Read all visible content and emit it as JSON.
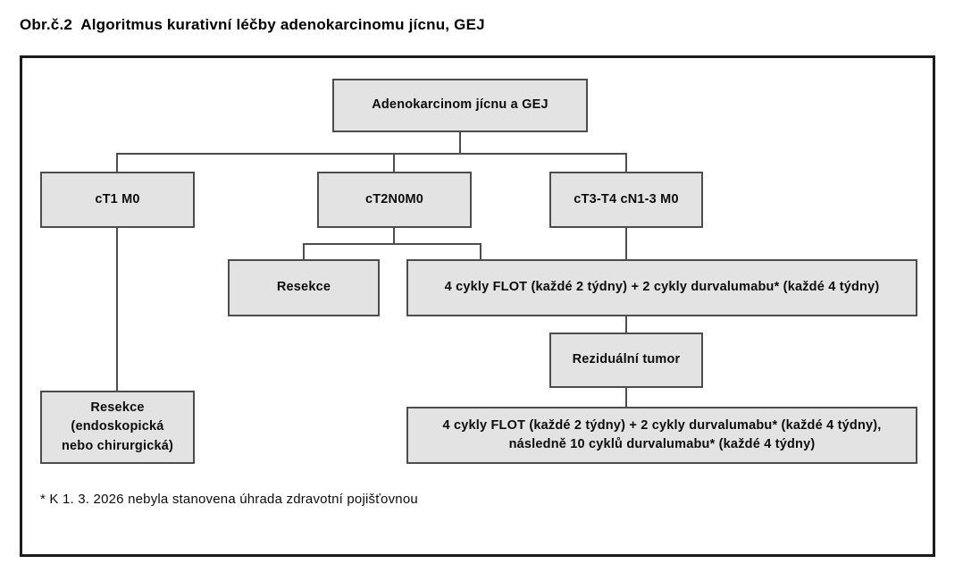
{
  "title": "Obr.č.2  Algoritmus kurativní léčby adenokarcinomu jícnu, GEJ",
  "diagram": {
    "nodes": {
      "root": "Adenokarcinom jícnu a GEJ",
      "ct1": "cT1 M0",
      "ct2": "cT2N0M0",
      "ct3": "cT3-T4 cN1-3 M0",
      "resekce": "Resekce",
      "flot_neoadjuvant": "4 cykly FLOT (každé 2 týdny) + 2 cykly durvalumabu* (každé 4 týdny)",
      "rezidualni_tumor": "Reziduální tumor",
      "flot_adjuvant": "4 cykly FLOT (každé 2 týdny) + 2 cykly durvalumabu* (každé 4 týdny),\nnásledně 10 cyklů durvalumabu* (každé 4 týdny)",
      "resekce_endoskopicka": "Resekce\n(endoskopická\nnebo chirurgická)"
    },
    "footnote": "* K 1. 3. 2026 nebyla stanovena úhrada zdravotní pojišťovnou"
  },
  "colors": {
    "box_fill": "#e3e3e3",
    "box_border": "#4d4d4d",
    "connector": "#4d4d4d",
    "frame_border": "#1c1c1c",
    "text": "#0d0d0d",
    "background": "#ffffff"
  }
}
